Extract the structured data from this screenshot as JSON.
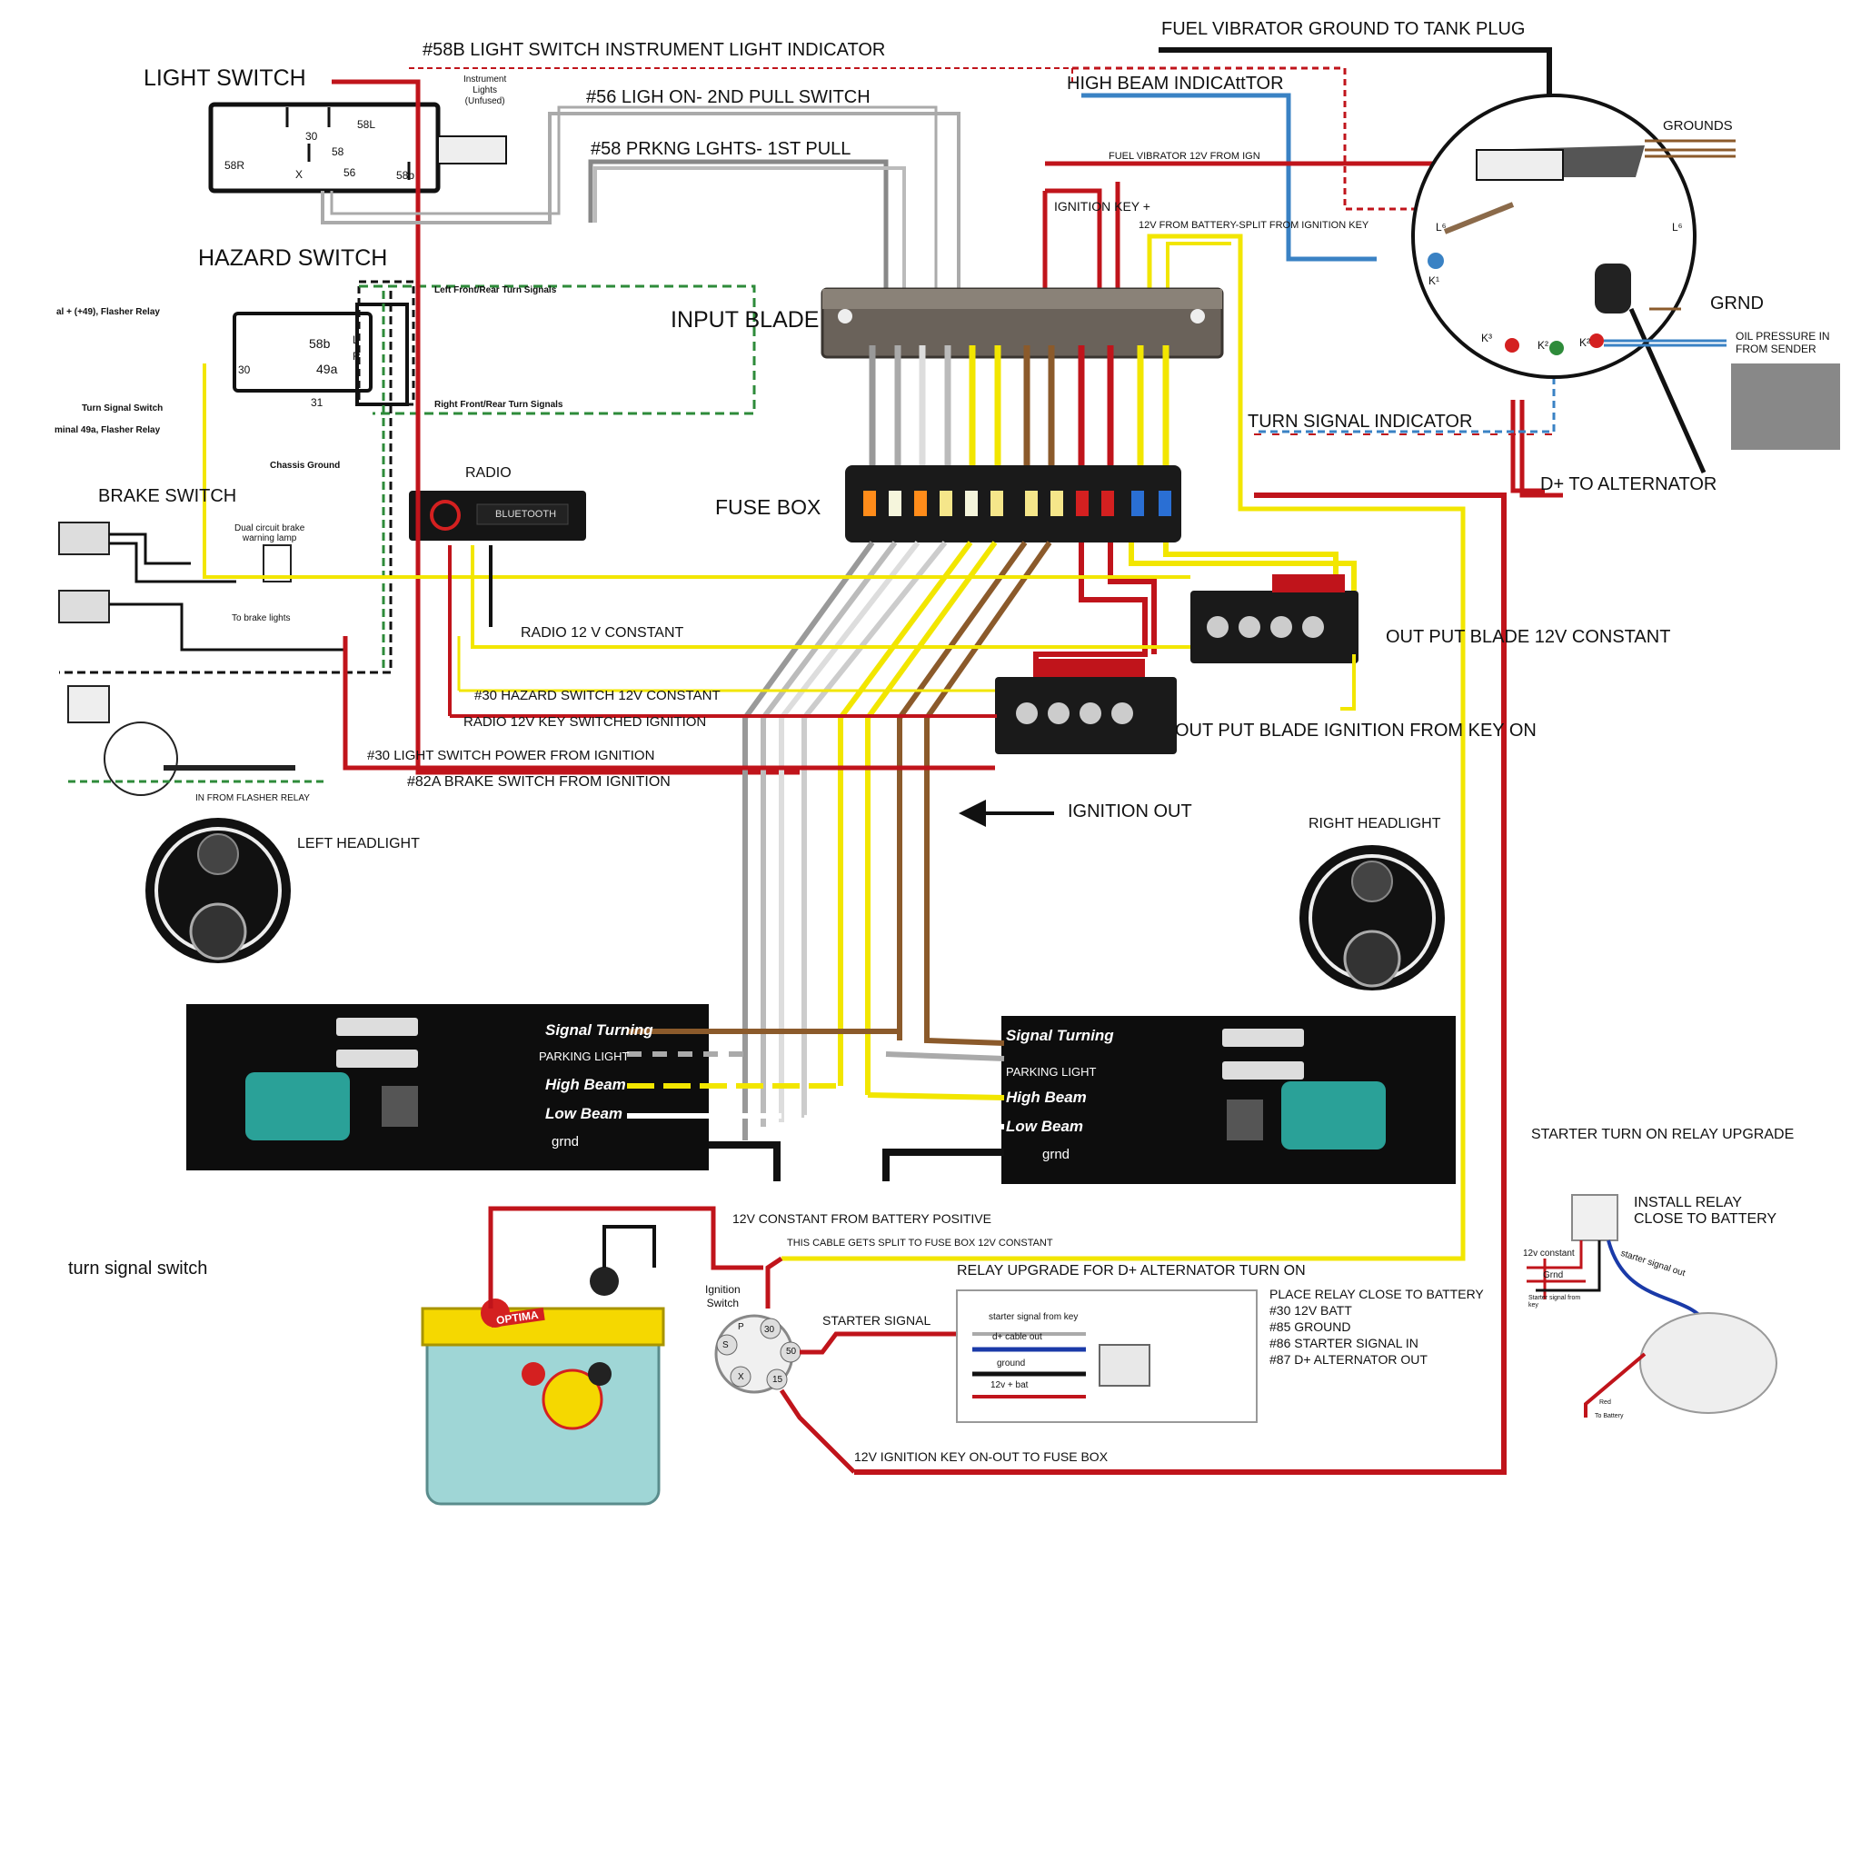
{
  "titles": {
    "light_switch": "LIGHT SWITCH",
    "hazard_switch": "HAZARD SWITCH",
    "brake_switch": "BRAKE SWITCH",
    "radio": "RADIO",
    "input_blade": "INPUT BLADE",
    "fuse_box": "FUSE BOX",
    "output_blade_constant": "OUT PUT BLADE 12V CONSTANT",
    "output_blade_ignition": "OUT PUT BLADE IGNITION FROM KEY ON",
    "ignition_out": "IGNITION OUT",
    "left_headlight": "LEFT HEADLIGHT",
    "right_headlight": "RIGHT HEADLIGHT",
    "turn_signal_switch": "turn signal switch",
    "starter_relay_upgrade": "STARTER TURN ON RELAY UPGRADE",
    "install_relay": "INSTALL RELAY\nCLOSE TO BATTERY",
    "relay_upgrade_dplus": "RELAY UPGRADE FOR D+  ALTERNATOR TURN ON",
    "ignition_switch": "Ignition\nSwitch",
    "starter_signal": "STARTER SIGNAL"
  },
  "wire_labels": {
    "w58b": "#58B LIGHT SWITCH INSTRUMENT LIGHT INDICATOR",
    "w56": "#56  LIGH ON- 2ND PULL SWITCH",
    "w58": "#58 PRKNG LGHTS- 1ST PULL",
    "fuel_vibrator_ground": "FUEL VIBRATOR GROUND TO TANK PLUG",
    "high_beam_indicator": "HIGH BEAM INDICAttTOR",
    "fuel_vibrator_12v": "FUEL VIBRATOR 12V FROM IGN",
    "ignition_key_plus": "IGNITION KEY +",
    "twelve_from_battery_split": "12V FROM BATTERY-SPLIT FROM IGNITION KEY",
    "grounds": "GROUNDS",
    "grnd": "GRND",
    "oil_pressure": "OIL PRESSURE IN\nFROM SENDER",
    "turn_signal_indicator": "TURN SIGNAL INDICATOR",
    "d_plus_alternator": "D+ TO ALTERNATOR",
    "radio_12v_constant": "RADIO 12 V CONSTANT",
    "hazard_12v_constant": "#30 HAZARD SWITCH 12V CONSTANT",
    "radio_key_switched": "RADIO 12V KEY SWITCHED IGNITION",
    "light_switch_power": "#30 LIGHT SWITCH POWER FROM IGNITION",
    "brake_switch_ignition": "#82A BRAKE SWITCH FROM IGNITION",
    "twelve_constant_battery": "12V CONSTANT FROM BATTERY POSITIVE",
    "cable_split": "THIS CABLE GETS SPLIT TO FUSE BOX 12V CONSTANT",
    "twelve_ignition_key_out": "12V IGNITION KEY ON-OUT TO FUSE BOX",
    "left_front_rear": "Left Front/Rear Turn Signals",
    "right_front_rear": "Right Front/Rear Turn Signals",
    "flasher_relay_49": "al + (+49), Flasher Relay",
    "turn_signal_switch_small": "Turn Signal Switch",
    "terminal_49a": "minal 49a, Flasher Relay",
    "chassis_ground": "Chassis Ground",
    "in_from_flasher": "IN FROM FLASHER RELAY",
    "dual_circuit": "Dual circuit brake\nwarning lamp",
    "to_brake_lights": "To brake lights",
    "instrument_lights": "Instrument\nLights\n(Unfused)"
  },
  "relay_notes": [
    "PLACE RELAY CLOSE TO BATTERY",
    "#30 12V BATT",
    "#85 GROUND",
    "#86 STARTER SIGNAL IN",
    "#87 D+ ALTERNATOR OUT"
  ],
  "relay_box_wires": [
    "starter signal from key",
    "d+ cable out",
    "ground",
    "12v + bat"
  ],
  "starter_relay_wires": [
    "12v constant",
    "Grnd",
    "Starter signal from\nkey",
    "starter signal out",
    "Red",
    "To Battery"
  ],
  "switch_terminals": {
    "light": [
      "30",
      "58L",
      "58",
      "58R",
      "X",
      "56",
      "58b"
    ],
    "hazard": [
      "30",
      "58b",
      "49a",
      "31",
      "L",
      "R"
    ],
    "ignition": [
      "P",
      "30",
      "S",
      "50",
      "X",
      "15"
    ],
    "gauge": [
      "K¹",
      "K³",
      "K²",
      "K²",
      "L⁶",
      "L⁶"
    ]
  },
  "headlight_left": [
    "Signal Turning",
    "PARKING LIGHT",
    "High Beam",
    "Low Beam",
    "grnd"
  ],
  "headlight_right": [
    "Signal Turning",
    "PARKING LIGHT",
    "High Beam",
    "Low Beam",
    "grnd"
  ],
  "radio_display": "BLUETOOTH",
  "battery_brand": "OPTIMA",
  "colors": {
    "red": "#c0141b",
    "yellow": "#f2e600",
    "brown": "#8b5a2b",
    "grey": "#9a9a9a",
    "white": "#ffffff",
    "black": "#111111",
    "blue": "#3a82c4",
    "green": "#2e8b3a",
    "teal": "#2aa198"
  }
}
